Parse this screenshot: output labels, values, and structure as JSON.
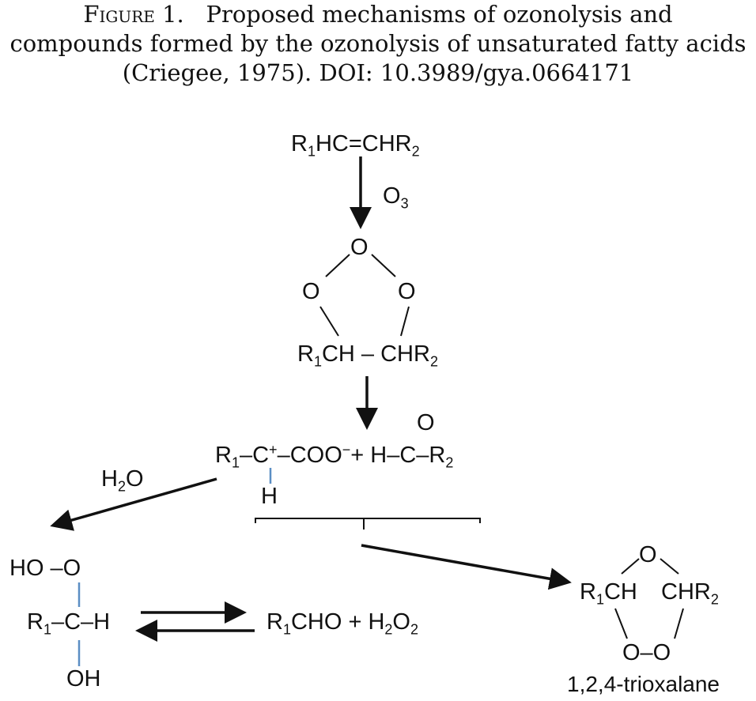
{
  "caption": {
    "figure_label": "Figure 1.",
    "line1": "Proposed mechanisms of ozonolysis and",
    "line2": "compounds formed by the ozonolysis of unsaturated fatty acids",
    "line3": "(Criegee, 1975). DOI: 10.3989/gya.0664171"
  },
  "reactant": {
    "r1": "R",
    "s1": "1",
    "mid": "HC=CHR",
    "s2": "2"
  },
  "reagent": {
    "text": "O",
    "sub": "3"
  },
  "ozonide": {
    "o_top": "O",
    "o_left": "O",
    "o_right": "O",
    "r1": "R",
    "s1": "1",
    "mid": "CH – CHR",
    "s2": "2"
  },
  "fragments": {
    "r": "R",
    "s1": "1",
    "a": "–C",
    "plus": "+",
    "b": "–COO",
    "minus": "−",
    "c": "+ H–C–R",
    "s2": "2",
    "h_below": "H",
    "o_above": "O"
  },
  "water": {
    "text": "H",
    "sub": "2",
    "tail": "O"
  },
  "hydroperoxide": {
    "top": "HO –O",
    "r": "R",
    "s1": "1",
    "mid": "–C–H",
    "bottom": "OH"
  },
  "products": {
    "r": "R",
    "s1": "1",
    "mid": "CHO + H",
    "s2": "2",
    "o": "O",
    "s3": "2"
  },
  "trioxalane": {
    "o_top": "O",
    "r": "R",
    "s1": "1",
    "ch": "CH",
    "chr": "CHR",
    "s2": "2",
    "oo": "O–O",
    "label": "1,2,4-trioxalane"
  },
  "colors": {
    "ink": "#111111",
    "bond_blue": "#5b8ec4"
  }
}
